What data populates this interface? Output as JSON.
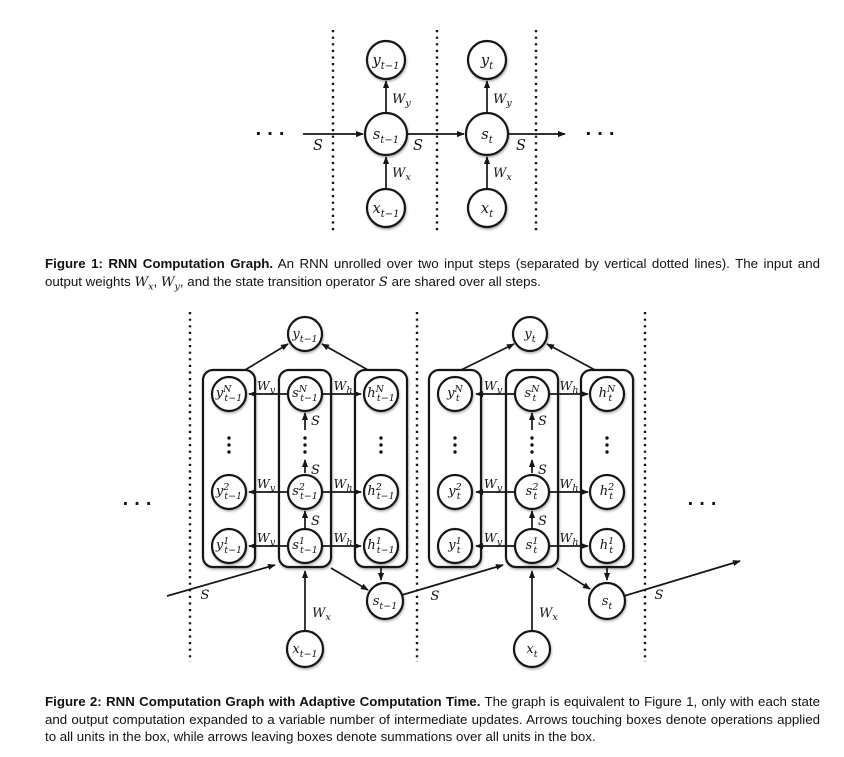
{
  "colors": {
    "ink": "#161616",
    "background": "#ffffff"
  },
  "fig1": {
    "ellipsis": "· · ·",
    "op_s": "S",
    "wy": {
      "base": "W",
      "sub": "y"
    },
    "wx": {
      "base": "W",
      "sub": "x"
    },
    "nodes": {
      "y_prev": {
        "base": "y",
        "sub": "t−1"
      },
      "y_cur": {
        "base": "y",
        "sub": "t"
      },
      "s_prev": {
        "base": "s",
        "sub": "t−1"
      },
      "s_cur": {
        "base": "s",
        "sub": "t"
      },
      "x_prev": {
        "base": "x",
        "sub": "t−1"
      },
      "x_cur": {
        "base": "x",
        "sub": "t"
      }
    }
  },
  "fig2": {
    "ellipsis": "· · ·",
    "op_s": "S",
    "wy": {
      "base": "W",
      "sub": "y"
    },
    "wh": {
      "base": "W",
      "sub": "h"
    },
    "wx": {
      "base": "W",
      "sub": "x"
    },
    "left": {
      "y_top": {
        "base": "y",
        "sub": "t−1"
      },
      "rows": [
        {
          "y": {
            "base": "y",
            "sup": "N",
            "sub": "t−1"
          },
          "s": {
            "base": "s",
            "sup": "N",
            "sub": "t−1"
          },
          "h": {
            "base": "h",
            "sup": "N",
            "sub": "t−1"
          }
        },
        {
          "y": {
            "base": "y",
            "sup": "2",
            "sub": "t−1"
          },
          "s": {
            "base": "s",
            "sup": "2",
            "sub": "t−1"
          },
          "h": {
            "base": "h",
            "sup": "2",
            "sub": "t−1"
          }
        },
        {
          "y": {
            "base": "y",
            "sup": "1",
            "sub": "t−1"
          },
          "s": {
            "base": "s",
            "sup": "1",
            "sub": "t−1"
          },
          "h": {
            "base": "h",
            "sup": "1",
            "sub": "t−1"
          }
        }
      ],
      "s_out": {
        "base": "s",
        "sub": "t−1"
      },
      "x_in": {
        "base": "x",
        "sub": "t−1"
      }
    },
    "right": {
      "y_top": {
        "base": "y",
        "sub": "t"
      },
      "rows": [
        {
          "y": {
            "base": "y",
            "sup": "N",
            "sub": "t"
          },
          "s": {
            "base": "s",
            "sup": "N",
            "sub": "t"
          },
          "h": {
            "base": "h",
            "sup": "N",
            "sub": "t"
          }
        },
        {
          "y": {
            "base": "y",
            "sup": "2",
            "sub": "t"
          },
          "s": {
            "base": "s",
            "sup": "2",
            "sub": "t"
          },
          "h": {
            "base": "h",
            "sup": "2",
            "sub": "t"
          }
        },
        {
          "y": {
            "base": "y",
            "sup": "1",
            "sub": "t"
          },
          "s": {
            "base": "s",
            "sup": "1",
            "sub": "t"
          },
          "h": {
            "base": "h",
            "sup": "1",
            "sub": "t"
          }
        }
      ],
      "s_out": {
        "base": "s",
        "sub": "t"
      },
      "x_in": {
        "base": "x",
        "sub": "t"
      }
    }
  },
  "captions": {
    "fig1": {
      "label": "Figure 1:",
      "title": " RNN Computation Graph.",
      "p1": " An RNN unrolled over two input steps (separated by vertical dotted lines). The input and output weights ",
      "wx_base": "W",
      "wx_sub": "x",
      "sep": ", ",
      "wy_base": "W",
      "wy_sub": "y",
      "p2": ", and the state transition operator ",
      "op": "S",
      "p3": " are shared over all steps."
    },
    "fig2": {
      "label": "Figure 2:",
      "title": " RNN Computation Graph with Adaptive Computation Time.",
      "body": " The graph is equivalent to Figure 1, only with each state and output computation expanded to a variable number of intermediate updates. Arrows touching boxes denote operations applied to all units in the box, while arrows leaving boxes denote summations over all units in the box."
    }
  }
}
